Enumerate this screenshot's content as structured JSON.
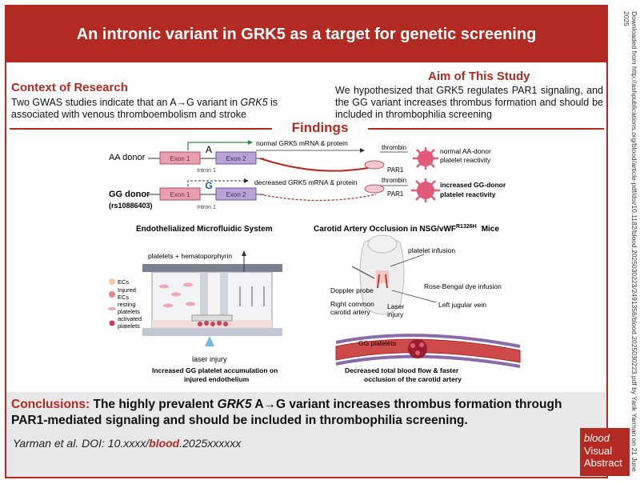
{
  "title": "An intronic variant in GRK5 as a target for genetic screening",
  "context": {
    "heading": "Context of Research",
    "text_pre": "Two GWAS studies indicate that an A→G variant in ",
    "gene": "GRK5",
    "text_post": " is associated with venous thromboembolism and stroke"
  },
  "aim": {
    "heading": "Aim of This Study",
    "text": "We hypothesized that GRK5 regulates PAR1 signaling, and the GG variant increases thrombus formation and should be included in thrombophilia screening"
  },
  "findings_heading": "Findings",
  "gene_diagram": {
    "aa_label": "AA donor",
    "gg_label": "GG donor",
    "gg_rsid": "(rs10886403)",
    "exon1": "Exon 1",
    "exon2": "Exon 2",
    "intron": "Intron 1",
    "allele_a": "A",
    "allele_g": "G",
    "normal_mrna": "normal GRK5 mRNA & protein",
    "decreased_mrna": "decreased GRK5 mRNA & protein",
    "thrombin": "thrombin",
    "par1": "PAR1",
    "normal_reactivity_1": "normal AA-donor",
    "normal_reactivity_2": "platelet reactivity",
    "increased_reactivity_1": "increased GG-donor",
    "increased_reactivity_2": "platelet reactivity"
  },
  "microfluidic": {
    "title": "Endothelialized Microfluidic System",
    "inlet": "platelets + hematoporphyrin",
    "legend": [
      "ECs",
      "Injured",
      "ECs",
      "resting",
      "platelets",
      "activated",
      "platelets"
    ],
    "laser": "laser injury",
    "result_1": "Increased GG platelet accumulation on",
    "result_2": "injured endothelium"
  },
  "carotid": {
    "title": "Carotid Artery Occlusion in NSG/vWF",
    "title_sup": "R1326H",
    "title_end": "Mice",
    "platelet_infusion": "platelet infusion",
    "rose_bengal": "Rose-Bengal dye infusion",
    "doppler": "Doppler probe",
    "right_carotid_1": "Right common",
    "right_carotid_2": "carotid artery",
    "laser_1": "Laser",
    "laser_2": "injury",
    "left_jugular": "Left jugular vein",
    "gg_platelets": "GG platelets",
    "result_1": "Decreased total blood flow & faster",
    "result_2": "occlusion of the carotid artery"
  },
  "conclusions": {
    "label": "Conclusions:",
    "pre": " The highly prevalent ",
    "gene": "GRK5",
    "post": " A→G variant increases thrombus formation through PAR1-mediated signaling and should be included in thrombophilia screening."
  },
  "citation": {
    "pre": "Yarman et al. DOI: 10.xxxx/",
    "journal": "blood",
    "post": ".2025xxxxxx"
  },
  "logo": {
    "brand": "blood",
    "line1": "Visual",
    "line2": "Abstract"
  },
  "side_text": "Downloaded from http://ashpublications.org/blood/article-pdf/doi/10.1182/blood.2025030223/2491356/blood.2025030223.pdf by Yarik Yarman on 21 June 2025",
  "colors": {
    "accent": "#b22a22",
    "exon": "#e8a0b0",
    "exon2": "#b9a3d6",
    "platelet": "#e25a7a"
  }
}
